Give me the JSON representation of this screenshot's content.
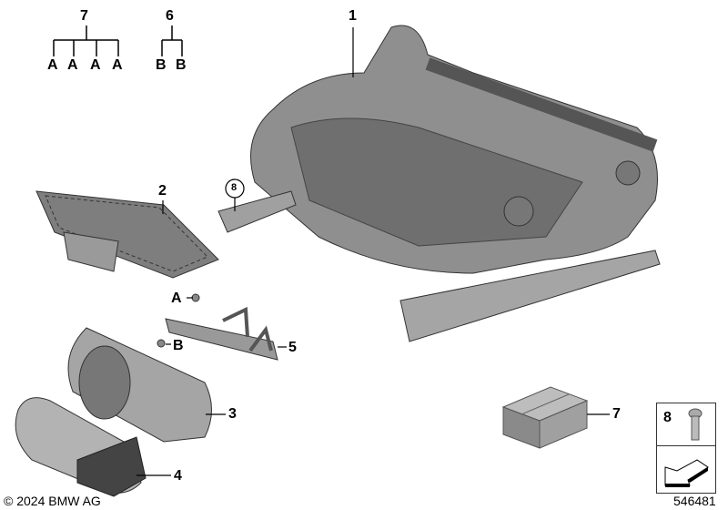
{
  "legend": {
    "group_7": {
      "number": "7",
      "items": [
        "A",
        "A",
        "A",
        "A"
      ]
    },
    "group_6": {
      "number": "6",
      "items": [
        "B",
        "B"
      ]
    }
  },
  "callouts": {
    "seat_frame": "1",
    "cover": "2",
    "housing": "3",
    "cap": "4",
    "bracket": "5",
    "box": "7",
    "screw_circle": "8",
    "bracket_a": "A",
    "bracket_b": "B"
  },
  "key_panel": {
    "number": "8"
  },
  "copyright": "© 2024 BMW AG",
  "diagram_id": "546481",
  "colors": {
    "part_fill": "#9a9a9a",
    "part_dark": "#5e5e5e",
    "line": "#000000"
  }
}
